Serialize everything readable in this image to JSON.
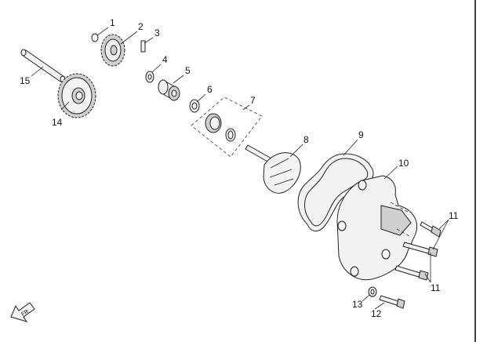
{
  "callouts": [
    {
      "id": "c1",
      "label": "1"
    },
    {
      "id": "c2",
      "label": "2"
    },
    {
      "id": "c3",
      "label": "3"
    },
    {
      "id": "c4",
      "label": "4"
    },
    {
      "id": "c5",
      "label": "5"
    },
    {
      "id": "c6",
      "label": "6"
    },
    {
      "id": "c7",
      "label": "7"
    },
    {
      "id": "c8",
      "label": "8"
    },
    {
      "id": "c9",
      "label": "9"
    },
    {
      "id": "c10",
      "label": "10"
    },
    {
      "id": "c11a",
      "label": "11"
    },
    {
      "id": "c11b",
      "label": "11"
    },
    {
      "id": "c12",
      "label": "12"
    },
    {
      "id": "c13",
      "label": "13"
    },
    {
      "id": "c14",
      "label": "14"
    },
    {
      "id": "c15",
      "label": "15"
    }
  ],
  "icons": {
    "front_indicator": "front-direction-arrow-icon"
  },
  "front_indicator": {
    "label": "FR"
  }
}
